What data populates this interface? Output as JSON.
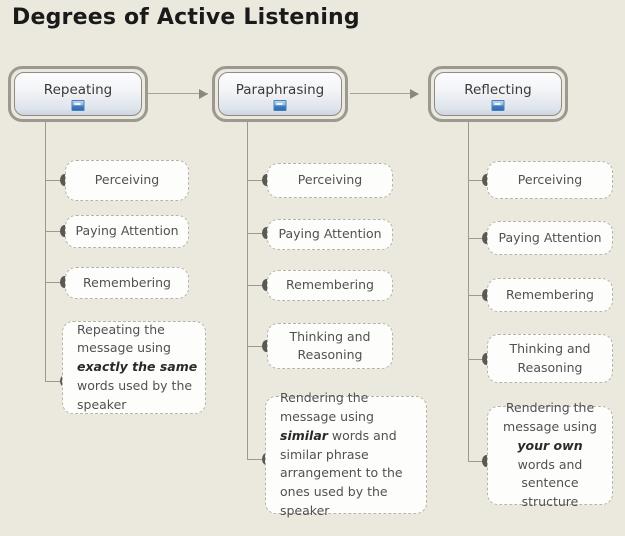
{
  "title": "Degrees of Active Listening",
  "colors": {
    "background": "#ebe8de",
    "node_fill": "#fdfdfb",
    "node_border": "#b6b3a8",
    "connector": "#9b9990",
    "stage_border": "#9c9a90",
    "text": "#515151",
    "badge_blue": "#3d7ec4"
  },
  "columns": [
    {
      "stage": "Repeating",
      "badge_icon": "minimize-badge-icon",
      "steps": [
        "Perceiving",
        "Paying Attention",
        "Remembering"
      ],
      "description": {
        "align": "left",
        "parts": [
          {
            "text": "Repeating the message using ",
            "emphasis": false
          },
          {
            "text": "exactly the same",
            "emphasis": true
          },
          {
            "text": " words used by the speaker",
            "emphasis": false
          }
        ]
      }
    },
    {
      "stage": "Paraphrasing",
      "badge_icon": "minimize-badge-icon",
      "steps": [
        "Perceiving",
        "Paying Attention",
        "Remembering",
        "Thinking and Reasoning"
      ],
      "description": {
        "align": "left",
        "parts": [
          {
            "text": "Rendering the message using ",
            "emphasis": false
          },
          {
            "text": "similar",
            "emphasis": true
          },
          {
            "text": " words and similar phrase arrangement to the ones used by the speaker",
            "emphasis": false
          }
        ]
      }
    },
    {
      "stage": "Reflecting",
      "badge_icon": "minimize-badge-icon",
      "steps": [
        "Perceiving",
        "Paying Attention",
        "Remembering",
        "Thinking and Reasoning"
      ],
      "description": {
        "align": "center",
        "parts": [
          {
            "text": "Rendering the message using ",
            "emphasis": false
          },
          {
            "text": "your own",
            "emphasis": true
          },
          {
            "text": " words and sentence structure",
            "emphasis": false
          }
        ]
      }
    }
  ],
  "arrows": [
    {
      "from": "Repeating",
      "to": "Paraphrasing"
    },
    {
      "from": "Paraphrasing",
      "to": "Reflecting"
    }
  ]
}
